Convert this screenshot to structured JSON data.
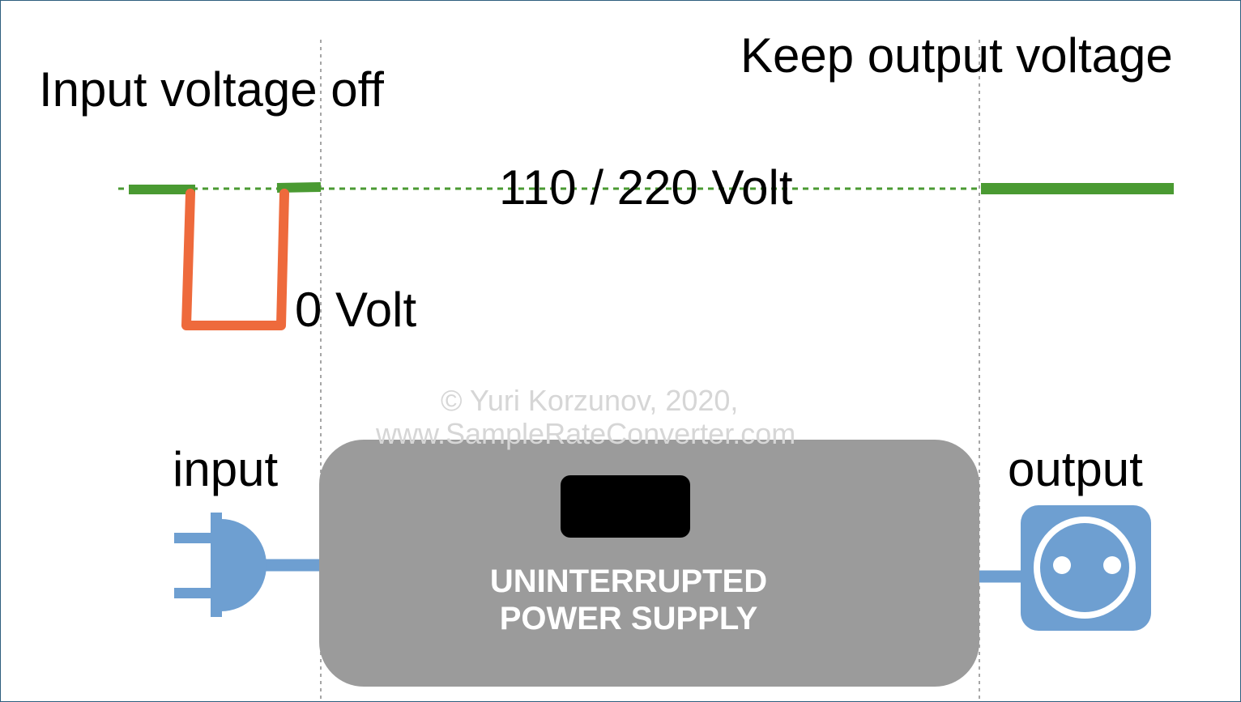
{
  "labels": {
    "input_off": "Input voltage off",
    "keep_output": "Keep output voltage",
    "nominal_voltage": "110 / 220 Volt",
    "zero_voltage": "0 Volt",
    "input": "input",
    "output": "output"
  },
  "ups": {
    "line1": "UNINTERRUPTED",
    "line2": "POWER SUPPLY"
  },
  "watermark": {
    "line1": "© Yuri Korzunov, 2020,",
    "line2": "www.SampleRateConverter.com"
  },
  "colors": {
    "voltage_on": "#4a9a32",
    "voltage_off": "#ee6a3c",
    "plug_socket": "#6e9fd1",
    "ups_body": "#9b9b9b",
    "ups_display": "#000000",
    "guide_lines": "#a6a6a6",
    "border": "#2e5f7e"
  },
  "icons": {
    "input_plug": "power-plug-icon",
    "output_socket": "power-socket-icon"
  }
}
